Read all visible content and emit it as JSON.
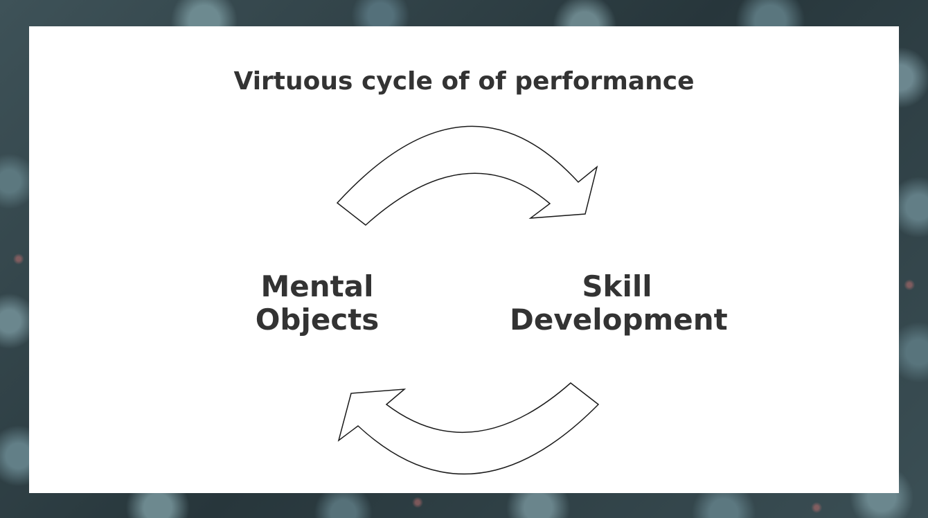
{
  "slide": {
    "title": "Virtuous cycle of of performance"
  },
  "diagram": {
    "type": "cycle",
    "nodes": [
      {
        "line1": "Mental",
        "line2": "Objects"
      },
      {
        "line1": "Skill",
        "line2": "Development"
      }
    ],
    "arrows": [
      {
        "from": "Mental Objects",
        "to": "Skill Development",
        "direction": "clockwise-top"
      },
      {
        "from": "Skill Development",
        "to": "Mental Objects",
        "direction": "clockwise-bottom"
      }
    ],
    "colors": {
      "text": "#333333",
      "arrow_fill": "#ffffff",
      "arrow_stroke": "#1a1a1a",
      "slide_background": "#ffffff"
    }
  }
}
